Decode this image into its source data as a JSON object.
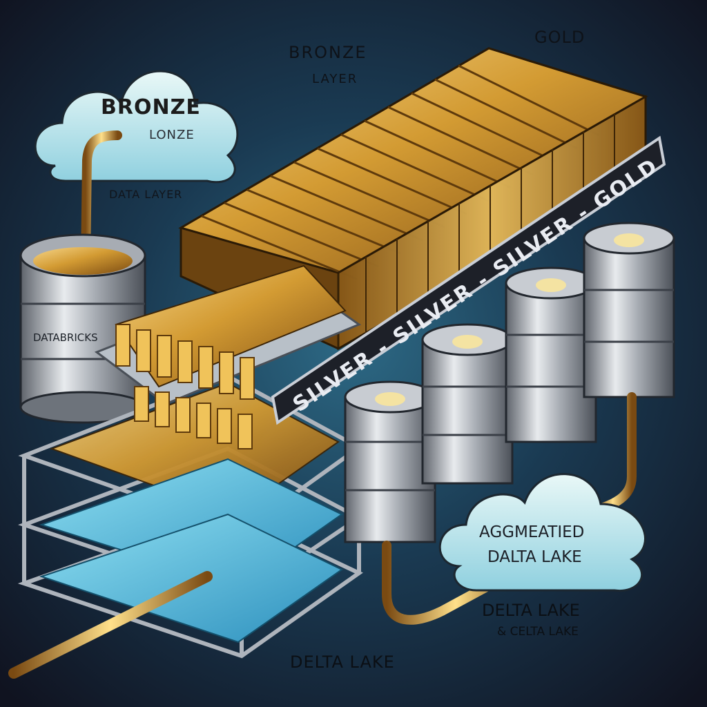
{
  "labels": {
    "bronze_cloud_title": "BRONZE",
    "bronze_cloud_subtitle": "LONZE",
    "data_layer": "DATA LAYER",
    "bronze_layer_line1": "BRONZE",
    "bronze_layer_line2": "LAYER",
    "gold": "GOLD",
    "databricks": "DATABRICKS",
    "banner": "SILVER - SILVER - SILVER - GOLD",
    "aggregated_line1": "AGGMEATIED",
    "aggregated_line2": "DALTA LAKE",
    "delta_lake_line1": "DELTA LAKE",
    "delta_lake_line2": "& CELTA LAKE",
    "delta_lake_bottom": "DELTA LAKE"
  },
  "colors": {
    "background": "#141821",
    "gold": "#d8a63a",
    "silver": "#b9bec6",
    "cloud": "#bfe6ee",
    "blue_tray": "#4fb3d6"
  }
}
